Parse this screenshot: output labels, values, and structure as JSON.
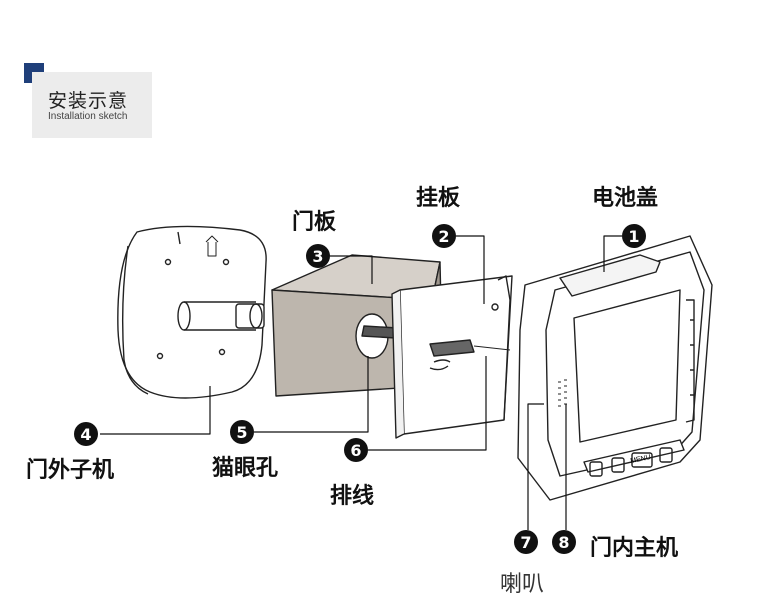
{
  "header": {
    "title": "安装示意",
    "subtitle": "Installation sketch"
  },
  "callouts": [
    {
      "num": "1",
      "label": "电池盖"
    },
    {
      "num": "2",
      "label": "挂板"
    },
    {
      "num": "3",
      "label": "门板"
    },
    {
      "num": "4",
      "label": "门外子机"
    },
    {
      "num": "5",
      "label": "猫眼孔"
    },
    {
      "num": "6",
      "label": "排线"
    },
    {
      "num": "7",
      "label": "喇叭"
    },
    {
      "num": "8",
      "label": "门内主机"
    }
  ],
  "device": {
    "menu_label": "MENU"
  },
  "colors": {
    "accent": "#1f3f7a",
    "label_box": "#ececec",
    "door_panel": "#bdb6ad"
  }
}
